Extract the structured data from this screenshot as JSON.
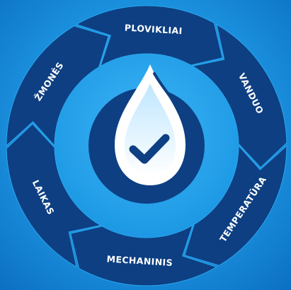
{
  "diagram": {
    "segments": [
      {
        "label": "PLOVIKLIAI"
      },
      {
        "label": "VANDUO"
      },
      {
        "label": "TEMPERATŪRA"
      },
      {
        "label": "MECHANINIS"
      },
      {
        "label": "LAIKAS"
      },
      {
        "label": "ŽMONĖS"
      }
    ],
    "center_icon": "water-drop-checkmark-icon",
    "colors": {
      "background": "#1f9be6",
      "ring": "#0d3f82",
      "center": "#0d3f82",
      "drop": "#ffffff",
      "check": "#0d3f82",
      "label": "#ffffff"
    }
  }
}
